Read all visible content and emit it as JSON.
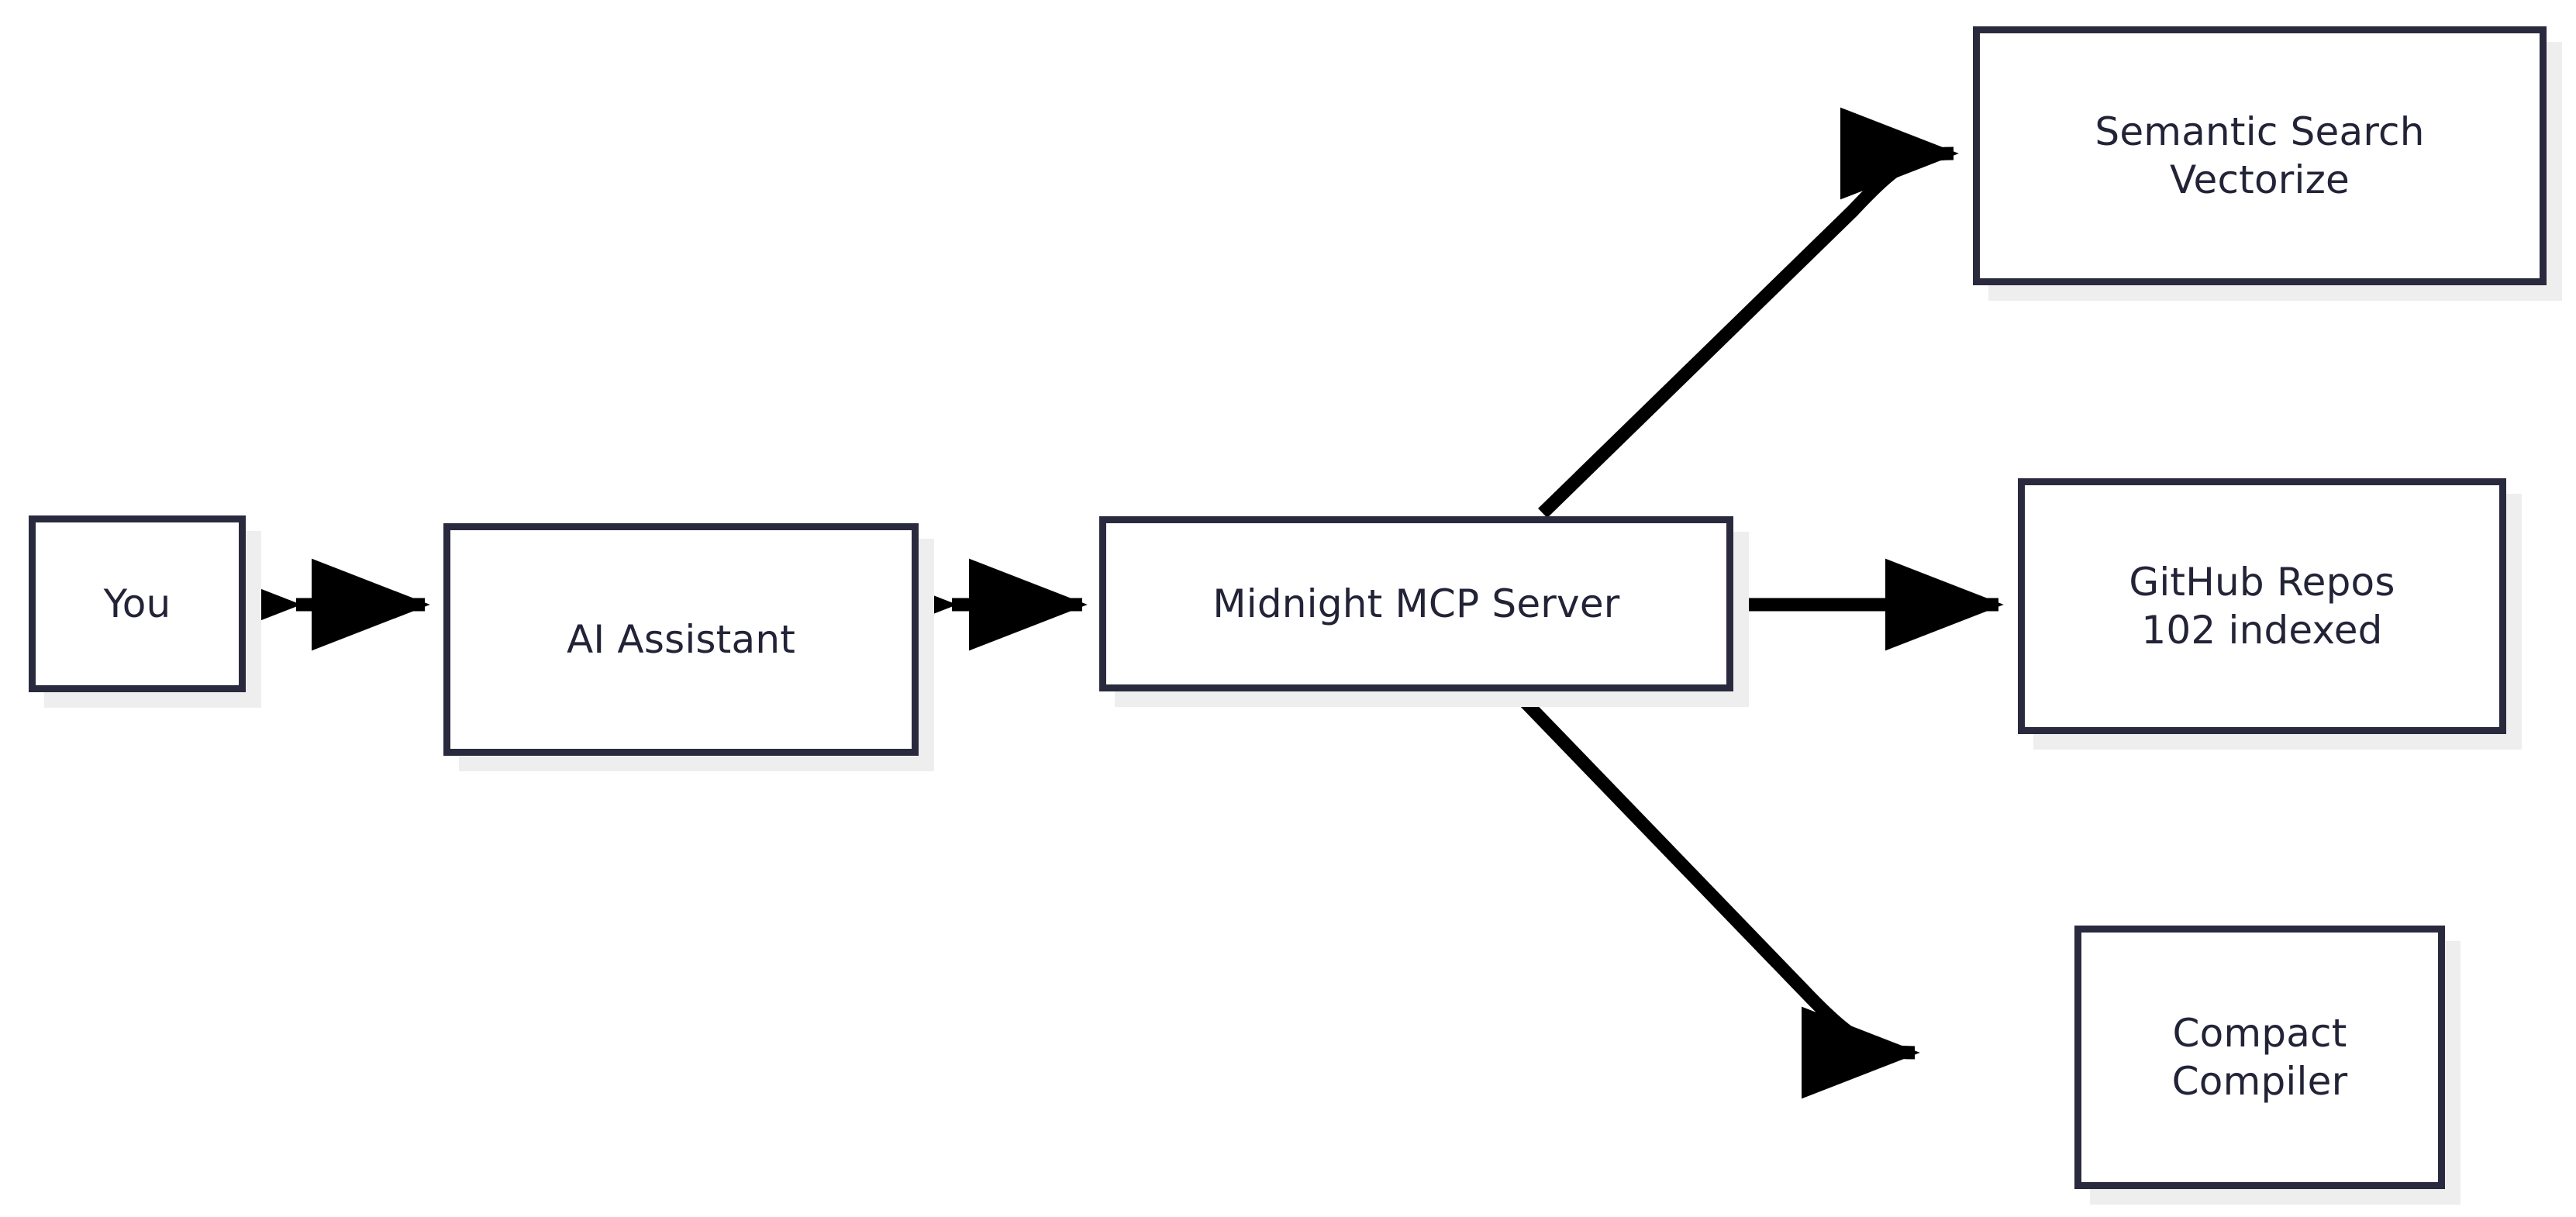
{
  "diagram": {
    "type": "flowchart",
    "orientation": "left-to-right",
    "background_color": "#ffffff",
    "node_border_color": "#2a2a3f",
    "node_fill_color": "#ffffff",
    "node_shadow_color": "#eeeeee",
    "edge_color": "#000000",
    "text_color": "#232338",
    "nodes": [
      {
        "id": "you",
        "label": "You"
      },
      {
        "id": "assistant",
        "label": "AI Assistant"
      },
      {
        "id": "mcp",
        "label": "Midnight MCP Server"
      },
      {
        "id": "semantic",
        "label_line1": "Semantic Search",
        "label_line2": "Vectorize"
      },
      {
        "id": "github",
        "label_line1": "GitHub Repos",
        "label_line2": "102 indexed"
      },
      {
        "id": "compiler",
        "label_line1": "Compact",
        "label_line2": "Compiler"
      }
    ],
    "edges": [
      {
        "id": "you-assistant",
        "from": "you",
        "to": "assistant",
        "style": "bidirectional",
        "shape": "straight"
      },
      {
        "id": "assistant-mcp",
        "from": "assistant",
        "to": "mcp",
        "style": "bidirectional",
        "shape": "straight"
      },
      {
        "id": "mcp-semantic",
        "from": "mcp",
        "to": "semantic",
        "style": "directional",
        "shape": "curved-up"
      },
      {
        "id": "mcp-github",
        "from": "mcp",
        "to": "github",
        "style": "directional",
        "shape": "straight"
      },
      {
        "id": "mcp-compiler",
        "from": "mcp",
        "to": "compiler",
        "style": "directional",
        "shape": "curved-down"
      }
    ]
  }
}
